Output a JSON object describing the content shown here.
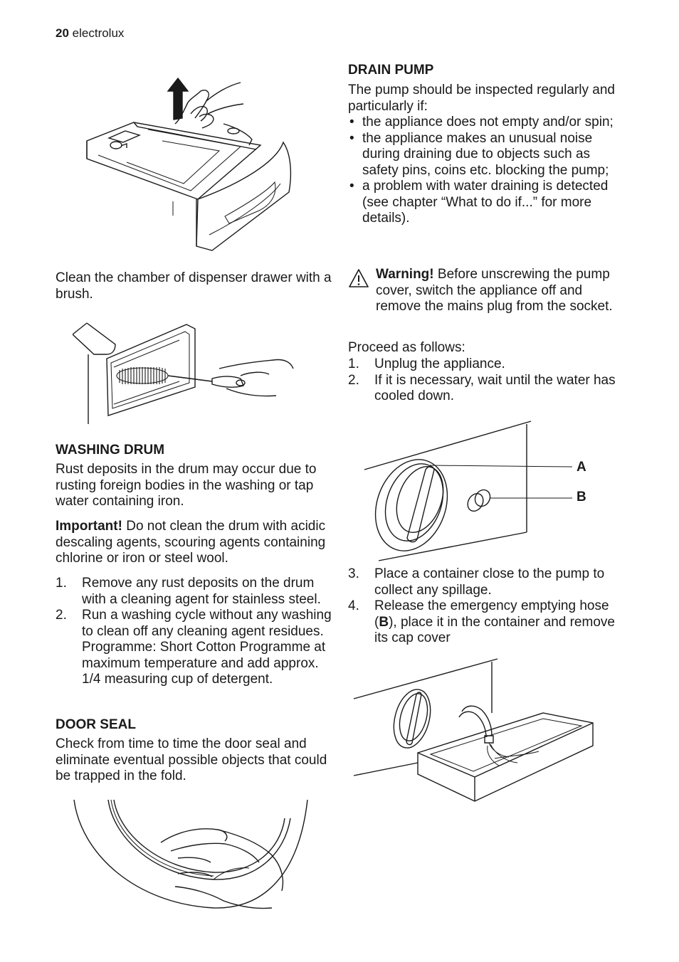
{
  "header": {
    "page_number": "20",
    "brand": "electrolux"
  },
  "left": {
    "drawer_caption": "Clean the chamber of dispenser drawer with a brush.",
    "washing_drum": {
      "title": "WASHING DRUM",
      "intro": "Rust deposits in the drum may occur due to rusting foreign bodies in the washing or tap water containing iron.",
      "important_label": "Important!",
      "important_text": " Do not clean the drum with acidic descaling agents, scouring agents containing chlorine or iron or steel wool.",
      "steps": [
        {
          "num": "1.",
          "text": "Remove any rust deposits on the drum with a cleaning agent for stainless steel."
        },
        {
          "num": "2.",
          "text": "Run a washing cycle without any washing to clean off any cleaning agent residues.",
          "extra": "Programme: Short Cotton Programme at maximum temperature and add approx. 1/4 measuring cup of detergent."
        }
      ]
    },
    "door_seal": {
      "title": "DOOR SEAL",
      "text": "Check from time to time the door seal and eliminate eventual possible objects that could be trapped in the fold."
    }
  },
  "right": {
    "drain_pump": {
      "title": "DRAIN PUMP",
      "intro": "The pump should be inspected regularly and particularly if:",
      "bullets": [
        "the appliance does not empty and/or spin;",
        "the appliance makes an unusual noise during draining due to objects such as safety pins, coins etc. blocking the pump;",
        "a problem with water draining is detected (see chapter “What to do if...” for more details)."
      ],
      "warning_label": "Warning!",
      "warning_text": " Before unscrewing the pump cover, switch the appliance off and remove the mains plug from the socket.",
      "proceed": "Proceed as follows:",
      "steps_a": [
        {
          "num": "1.",
          "text": "Unplug the appliance."
        },
        {
          "num": "2.",
          "text": "If it is necessary, wait until the water has cooled down."
        }
      ],
      "figure_labels": {
        "a": "A",
        "b": "B"
      },
      "steps_b": [
        {
          "num": "3.",
          "text": "Place a container close to the pump to collect any spillage."
        },
        {
          "num": "4.",
          "text_before": "Release the emergency emptying hose (",
          "bold": "B",
          "text_after": "), place it in the container and remove its cap cover"
        }
      ]
    }
  },
  "icons": {
    "warning": "warning-triangle-icon"
  }
}
